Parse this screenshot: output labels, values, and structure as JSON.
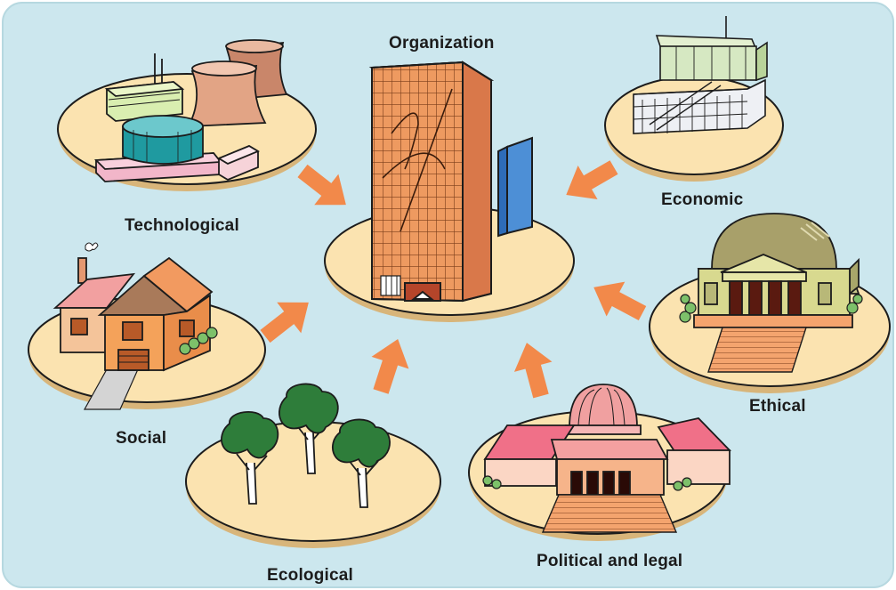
{
  "center": {
    "label": "Organization"
  },
  "environments": [
    {
      "id": "technological",
      "label": "Technological"
    },
    {
      "id": "economic",
      "label": "Economic"
    },
    {
      "id": "social",
      "label": "Social"
    },
    {
      "id": "ethical",
      "label": "Ethical"
    },
    {
      "id": "ecological",
      "label": "Ecological"
    },
    {
      "id": "political-legal",
      "label": "Political and legal"
    }
  ],
  "colors": {
    "background": "#cce7ee",
    "platform": "#fbe3b0",
    "platform_rim": "#d8b57a",
    "arrow": "#f2894a",
    "building": "#ee9a60",
    "tree": "#2e7d3a"
  }
}
